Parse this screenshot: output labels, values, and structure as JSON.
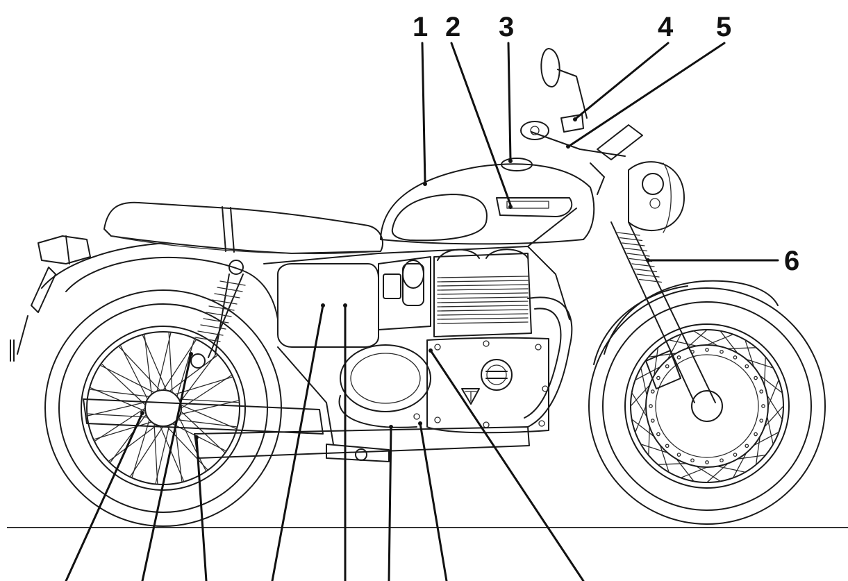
{
  "diagram": {
    "callouts": [
      {
        "label": "1"
      },
      {
        "label": "2"
      },
      {
        "label": "3"
      },
      {
        "label": "4"
      },
      {
        "label": "5"
      },
      {
        "label": "6"
      }
    ],
    "emblem_icon": "triumph-logo-icon"
  }
}
